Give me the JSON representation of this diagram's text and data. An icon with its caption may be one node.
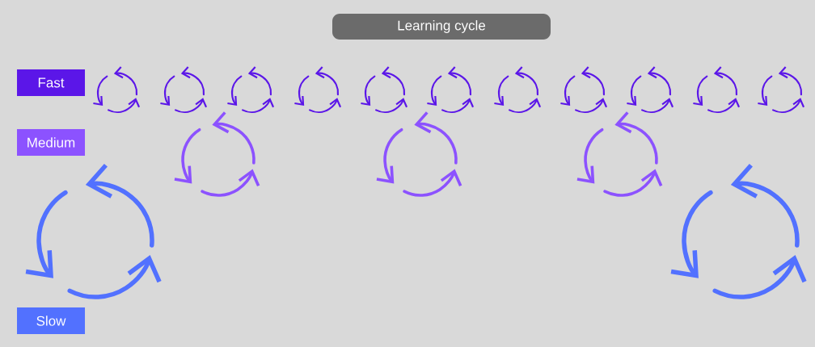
{
  "diagram": {
    "title": "Learning cycle",
    "nodes": [
      {
        "text": [
          "Fast"
        ]
      },
      {
        "text": [
          "Medium"
        ]
      },
      {
        "text": [
          "Slow"
        ]
      }
    ]
  }
}
